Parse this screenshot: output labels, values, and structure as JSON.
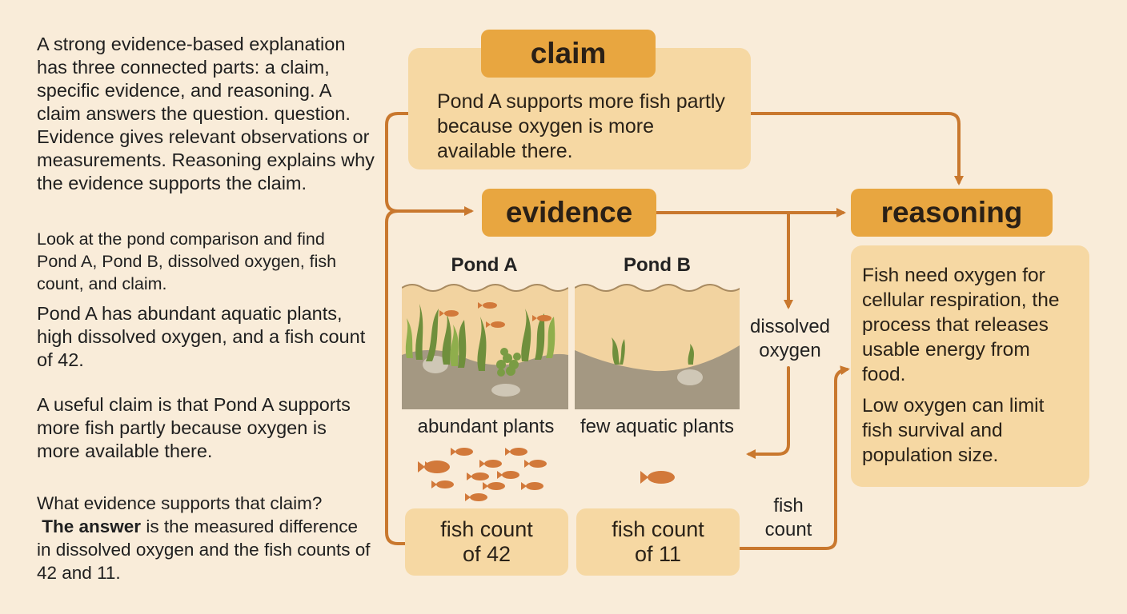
{
  "left_text": {
    "p1": "A strong evidence-based explanation has three connected parts: a claim, specific evidence, and reasoning. A claim answers the question. question. Evidence gives relevant observations or measurements. Reasoning explains why the evidence supports the claim.",
    "p2": "Look at the pond comparison and find Pond A, Pond B, dissolved oxygen, fish count, and claim.",
    "p3": "Pond A has abundant aquatic plants, high dissolved oxygen, and a fish count of 42.",
    "p4": "A useful claim is that Pond A supports more fish partly because oxygen is more available there.",
    "p5_question": "What evidence supports that claim?",
    "p5_bold": "The answer",
    "p5_rest": " is the measured difference in dissolved oxygen and the fish counts of 42 and 11."
  },
  "claim": {
    "label": "claim",
    "text": "Pond A supports more fish partly because oxygen is more available there."
  },
  "evidence": {
    "label": "evidence"
  },
  "reasoning": {
    "label": "reasoning",
    "text1": "Fish need oxygen for cellular respiration, the process that releases usable energy from food.",
    "text2": "Low oxygen can limit fish survival and population size."
  },
  "ponds": {
    "a_title": "Pond A",
    "b_title": "Pond B",
    "a_caption": "abundant plants",
    "b_caption": "few aquatic plants",
    "a_count": "fish count of 42",
    "b_count": "fish count of 11"
  },
  "flow_labels": {
    "dissolved_oxygen": "dissolved oxygen",
    "fish_count": "fish count"
  },
  "colors": {
    "background": "#f9ecd9",
    "label_fill": "#e8a640",
    "card_fill": "#f6d8a3",
    "arrow": "#c9782e",
    "fish": "#d2793a",
    "water": "#f2d3a0",
    "sediment": "#a49882",
    "plant": "#6f8f3c"
  }
}
